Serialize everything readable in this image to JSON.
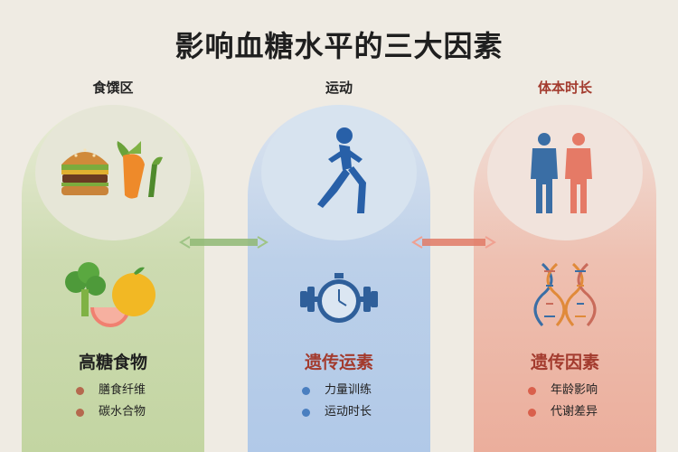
{
  "title": "影响血糖水平的三大因素",
  "columns": [
    {
      "label": "食馔区",
      "heading": "高糖食物",
      "items": [
        "膳食纤维",
        "碳水合物"
      ],
      "icons": [
        "burger-vegetables-icon",
        "fruit-broccoli-icon"
      ]
    },
    {
      "label": "运动",
      "heading": "遗传运素",
      "items": [
        "力量训练",
        "运动时长"
      ],
      "icons": [
        "running-person-icon",
        "dumbbell-stopwatch-icon"
      ]
    },
    {
      "label": "体本时长",
      "heading": "遗传因素",
      "items": [
        "年龄影响",
        "代谢差异"
      ],
      "icons": [
        "two-people-icon",
        "dna-icon"
      ]
    }
  ],
  "colors": {
    "green": "#8fb874",
    "blue": "#4a7fc0",
    "red": "#e07a66",
    "dark_red": "#a33b2e"
  }
}
